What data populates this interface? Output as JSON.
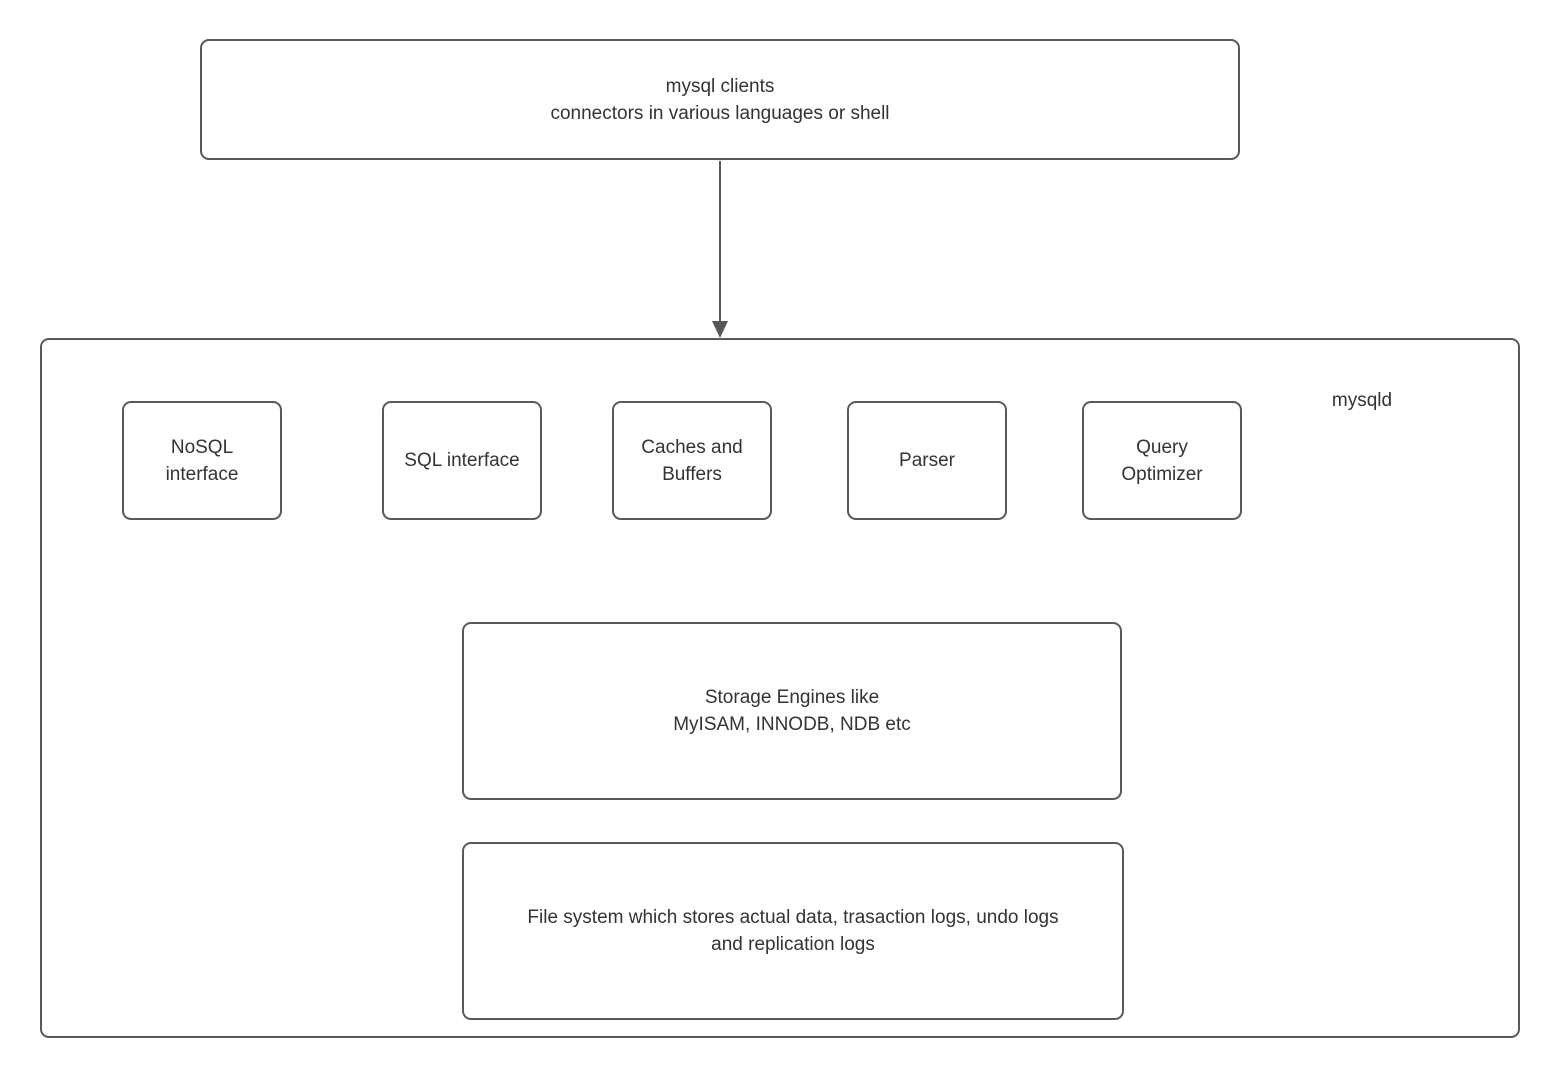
{
  "diagram": {
    "title_hint": "MySQL architecture diagram",
    "colors": {
      "border": "#595959",
      "text": "#333333",
      "background": "#ffffff",
      "arrow": "#575757"
    },
    "clients_box": {
      "line1": "mysql clients",
      "line2": "connectors in various languages or shell"
    },
    "server": {
      "label": "mysqld",
      "components": [
        {
          "line1": "NoSQL",
          "line2": "interface"
        },
        {
          "line1": "SQL interface",
          "line2": ""
        },
        {
          "line1": "Caches and",
          "line2": "Buffers"
        },
        {
          "line1": "Parser",
          "line2": ""
        },
        {
          "line1": "Query",
          "line2": "Optimizer"
        }
      ],
      "storage_box": {
        "line1": "Storage Engines like",
        "line2": "MyISAM, INNODB, NDB etc"
      },
      "filesystem_box": {
        "line1": "File system which stores actual data, trasaction logs, undo logs",
        "line2": "and replication logs"
      }
    }
  }
}
